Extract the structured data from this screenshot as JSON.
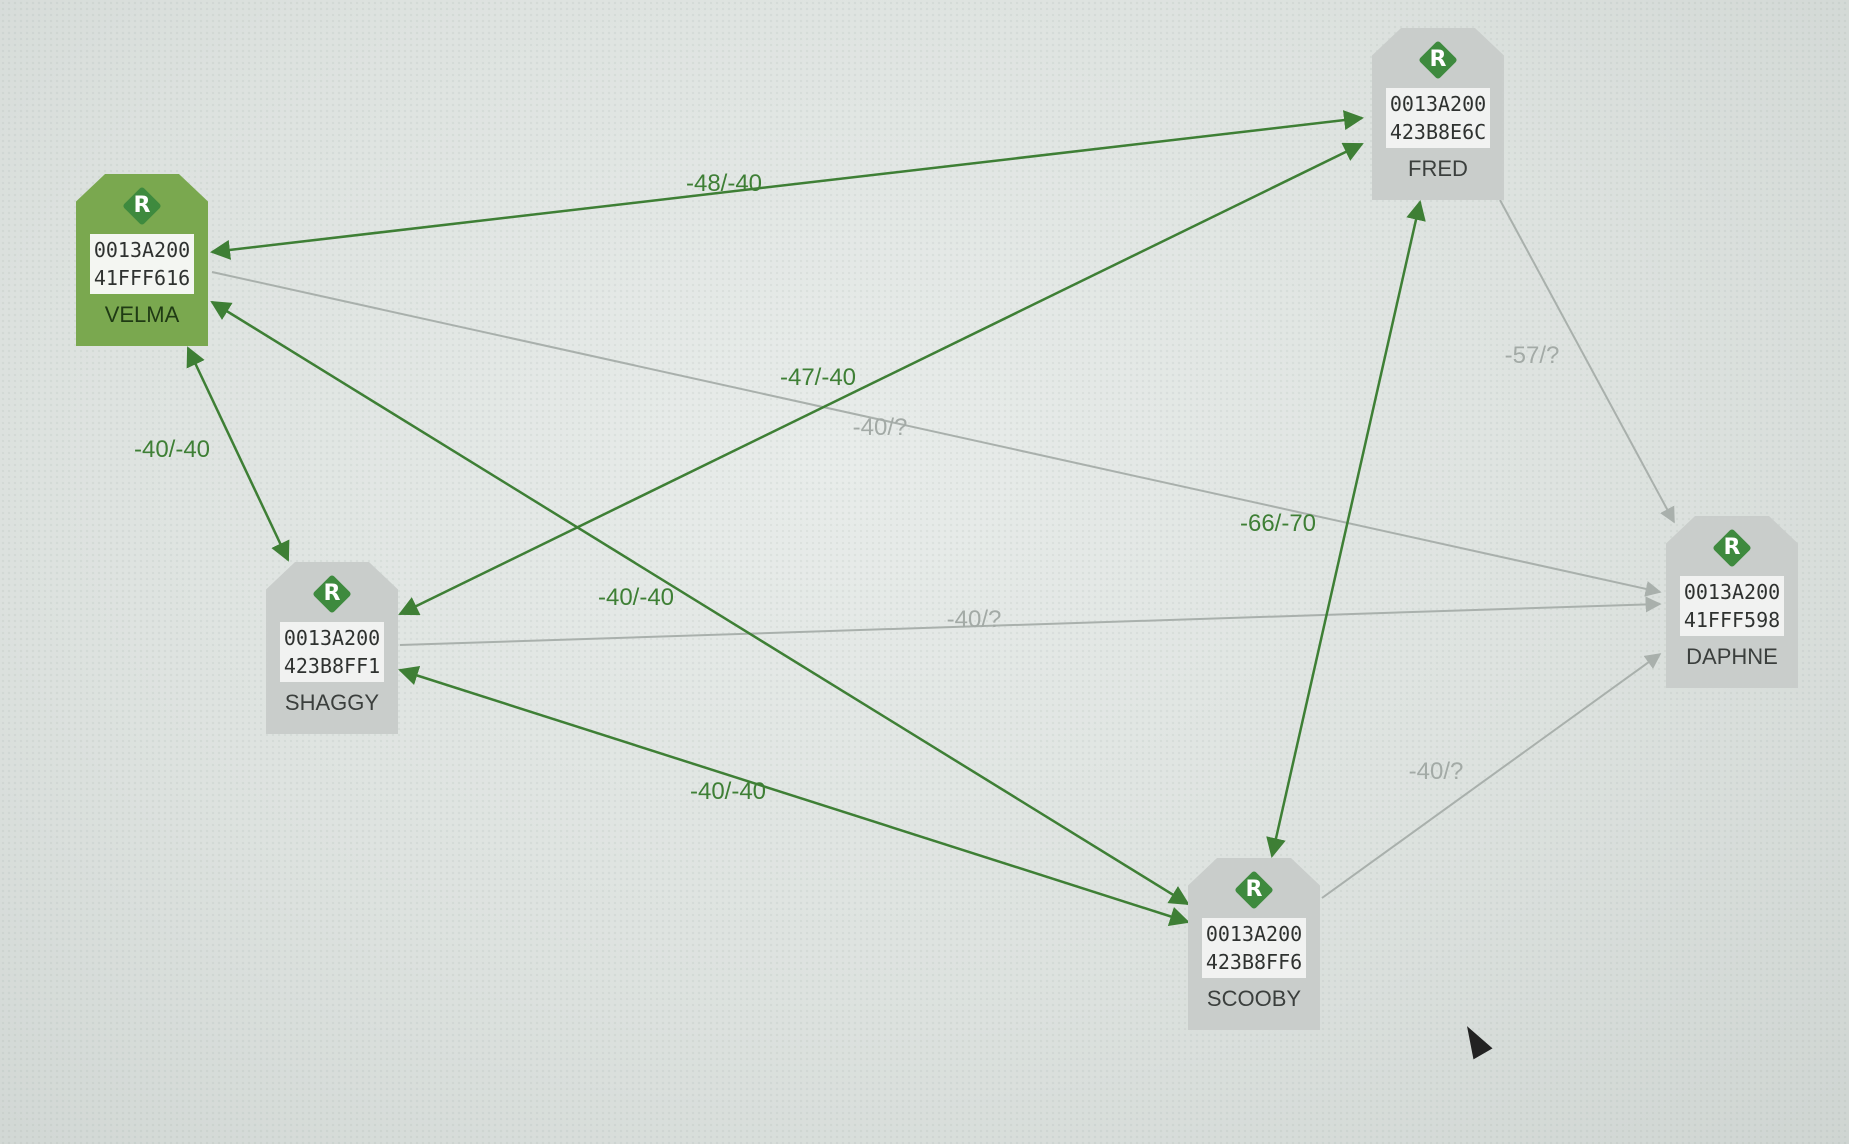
{
  "nodes": {
    "velma": {
      "address_line1": "0013A200",
      "address_line2": "41FFF616",
      "name": "VELMA",
      "icon": "R"
    },
    "fred": {
      "address_line1": "0013A200",
      "address_line2": "423B8E6C",
      "name": "FRED",
      "icon": "R"
    },
    "shaggy": {
      "address_line1": "0013A200",
      "address_line2": "423B8FF1",
      "name": "SHAGGY",
      "icon": "R"
    },
    "daphne": {
      "address_line1": "0013A200",
      "address_line2": "41FFF598",
      "name": "DAPHNE",
      "icon": "R"
    },
    "scooby": {
      "address_line1": "0013A200",
      "address_line2": "423B8FF6",
      "name": "SCOOBY",
      "icon": "R"
    }
  },
  "links": [
    {
      "from": "VELMA",
      "to": "FRED",
      "label": "-48/-40",
      "bidirectional": true,
      "strength": "strong"
    },
    {
      "from": "VELMA",
      "to": "SHAGGY",
      "label": "-40/-40",
      "bidirectional": true,
      "strength": "strong"
    },
    {
      "from": "VELMA",
      "to": "SCOOBY",
      "label": "-40/-40",
      "bidirectional": true,
      "strength": "strong"
    },
    {
      "from": "VELMA",
      "to": "DAPHNE",
      "label": "-40/?",
      "bidirectional": false,
      "strength": "weak"
    },
    {
      "from": "SHAGGY",
      "to": "FRED",
      "label": "-47/-40",
      "bidirectional": true,
      "strength": "strong"
    },
    {
      "from": "SHAGGY",
      "to": "SCOOBY",
      "label": "-40/-40",
      "bidirectional": true,
      "strength": "strong"
    },
    {
      "from": "SHAGGY",
      "to": "DAPHNE",
      "label": "-40/?",
      "bidirectional": false,
      "strength": "weak"
    },
    {
      "from": "FRED",
      "to": "SCOOBY",
      "label": "-66/-70",
      "bidirectional": true,
      "strength": "strong"
    },
    {
      "from": "FRED",
      "to": "DAPHNE",
      "label": "-57/?",
      "bidirectional": false,
      "strength": "weak"
    },
    {
      "from": "SCOOBY",
      "to": "DAPHNE",
      "label": "-40/?",
      "bidirectional": false,
      "strength": "weak"
    }
  ],
  "colors": {
    "strong_link": "#3e7f35",
    "weak_link": "#a9b0ac",
    "coordinator": "#7aa84f",
    "router": "#c9cdcb"
  }
}
